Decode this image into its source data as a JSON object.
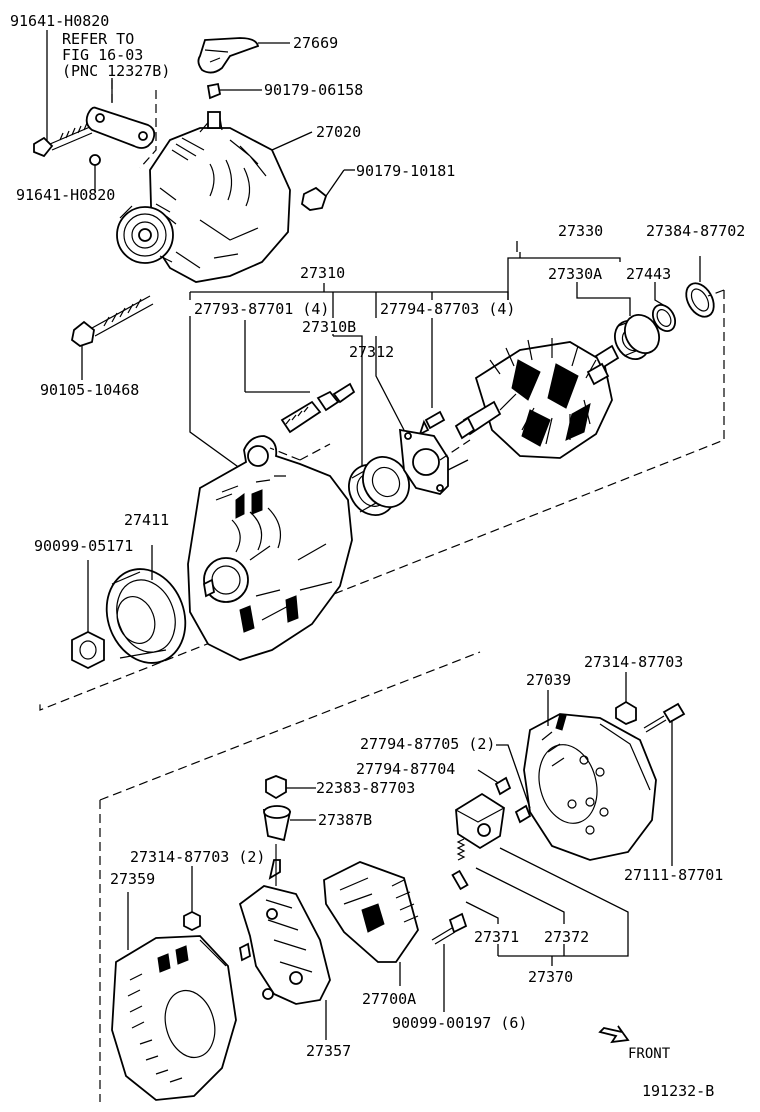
{
  "labels": {
    "l91641_top": "91641-H0820",
    "refer1": "REFER TO",
    "refer2": "FIG 16-03",
    "refer3": "(PNC 12327B)",
    "l27669": "27669",
    "l90179_06158": "90179-06158",
    "l27020": "27020",
    "l90179_10181": "90179-10181",
    "l91641_mid": "91641-H0820",
    "l27310": "27310",
    "l27330": "27330",
    "l27384": "27384-87702",
    "l27330A": "27330A",
    "l27443": "27443",
    "l27793": "27793-87701 (4)",
    "l27794_87703": "27794-87703 (4)",
    "l27310B": "27310B",
    "l27312": "27312",
    "l90105": "90105-10468",
    "l27411": "27411",
    "l90099_05171": "90099-05171",
    "l27314_top": "27314-87703",
    "l27039": "27039",
    "l27794_87705": "27794-87705 (2)",
    "l27794_87704": "27794-87704",
    "l22383": "22383-87703",
    "l27387B": "27387B",
    "l27314_mid": "27314-87703 (2)",
    "l27359": "27359",
    "l27111": "27111-87701",
    "l27371": "27371",
    "l27372": "27372",
    "l27370": "27370",
    "l27700A": "27700A",
    "l90099_00197": "90099-00197 (6)",
    "l27357": "27357",
    "front": "FRONT",
    "fig_id": "191232-B"
  }
}
